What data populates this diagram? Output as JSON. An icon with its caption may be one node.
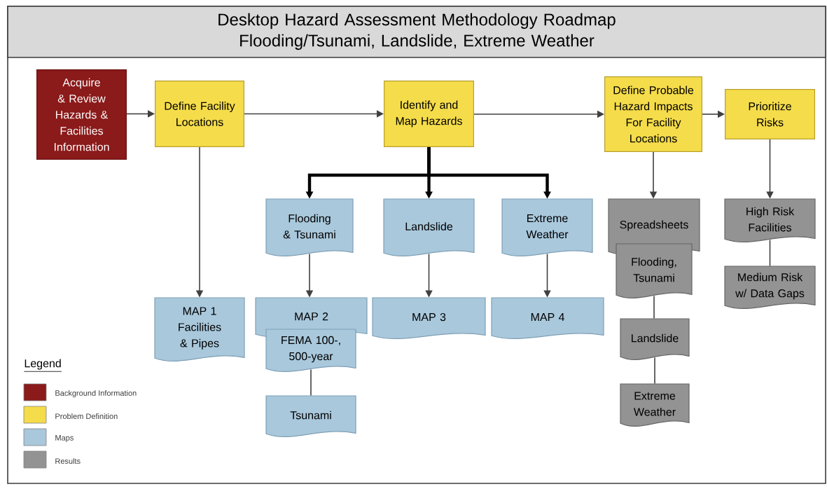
{
  "diagram": {
    "title": "Desktop Hazard Assessment Methodology Roadmap Flooding/Tsunami, Landslide, Extreme Weather",
    "nodes": [
      {
        "text": [
          "Acquire & Review Hazards & Facilities Information"
        ]
      },
      {
        "text": [
          "Define Facility Locations"
        ]
      },
      {
        "text": [
          "Identify and Map Hazards"
        ]
      },
      {
        "text": [
          "Define Probable Hazard Impacts For Facility Locations"
        ]
      },
      {
        "text": [
          "Prioritize Risks"
        ]
      },
      {
        "text": [
          "Flooding & Tsunami"
        ]
      },
      {
        "text": [
          "Landslide"
        ]
      },
      {
        "text": [
          "Extreme Weather"
        ]
      },
      {
        "text": [
          "Spreadsheets"
        ]
      },
      {
        "text": [
          "Flooding, Tsunami"
        ]
      },
      {
        "text": [
          "High Risk Facilities"
        ]
      },
      {
        "text": [
          "Medium Risk w/ Data Gaps"
        ]
      },
      {
        "text": [
          "MAP 1 Facilities & Pipes"
        ]
      },
      {
        "text": [
          "MAP 2"
        ]
      },
      {
        "text": [
          "FEMA 100-, 500-year"
        ]
      },
      {
        "text": [
          "Tsunami"
        ]
      },
      {
        "text": [
          "MAP 3"
        ]
      },
      {
        "text": [
          "MAP 4"
        ]
      },
      {
        "text": [
          "Landslide"
        ]
      },
      {
        "text": [
          "Extreme Weather"
        ]
      }
    ],
    "edges": [
      {
        "from": 0,
        "to": 1,
        "arrow": "to"
      },
      {
        "from": 1,
        "to": 2,
        "arrow": "to"
      },
      {
        "from": 2,
        "to": 3,
        "arrow": "to"
      },
      {
        "from": 3,
        "to": 4,
        "arrow": "to"
      },
      {
        "from": 1,
        "to": 12,
        "arrow": "to"
      },
      {
        "from": 2,
        "to": 5,
        "arrow": "to",
        "style": "thick"
      },
      {
        "from": 2,
        "to": 6,
        "arrow": "to",
        "style": "thick"
      },
      {
        "from": 2,
        "to": 7,
        "arrow": "to",
        "style": "thick"
      },
      {
        "from": 5,
        "to": 13,
        "arrow": "to"
      },
      {
        "from": 6,
        "to": 16,
        "arrow": "to"
      },
      {
        "from": 7,
        "to": 17,
        "arrow": "to"
      },
      {
        "from": 3,
        "to": 8,
        "arrow": "to"
      },
      {
        "from": 4,
        "to": 10,
        "arrow": "to"
      },
      {
        "from": 14,
        "to": 15,
        "arrow": "none"
      },
      {
        "from": 9,
        "to": 18,
        "arrow": "none"
      },
      {
        "from": 18,
        "to": 19,
        "arrow": "none"
      },
      {
        "from": 10,
        "to": 11,
        "arrow": "none"
      }
    ],
    "labels": [
      "Legend"
    ],
    "legend": [
      {
        "text": "Background Information",
        "color": "#8b1a1a"
      },
      {
        "text": "Problem Definition",
        "color": "#f5dc4a"
      },
      {
        "text": "Maps",
        "color": "#a9c8dc"
      },
      {
        "text": "Results",
        "color": "#939393"
      }
    ]
  }
}
